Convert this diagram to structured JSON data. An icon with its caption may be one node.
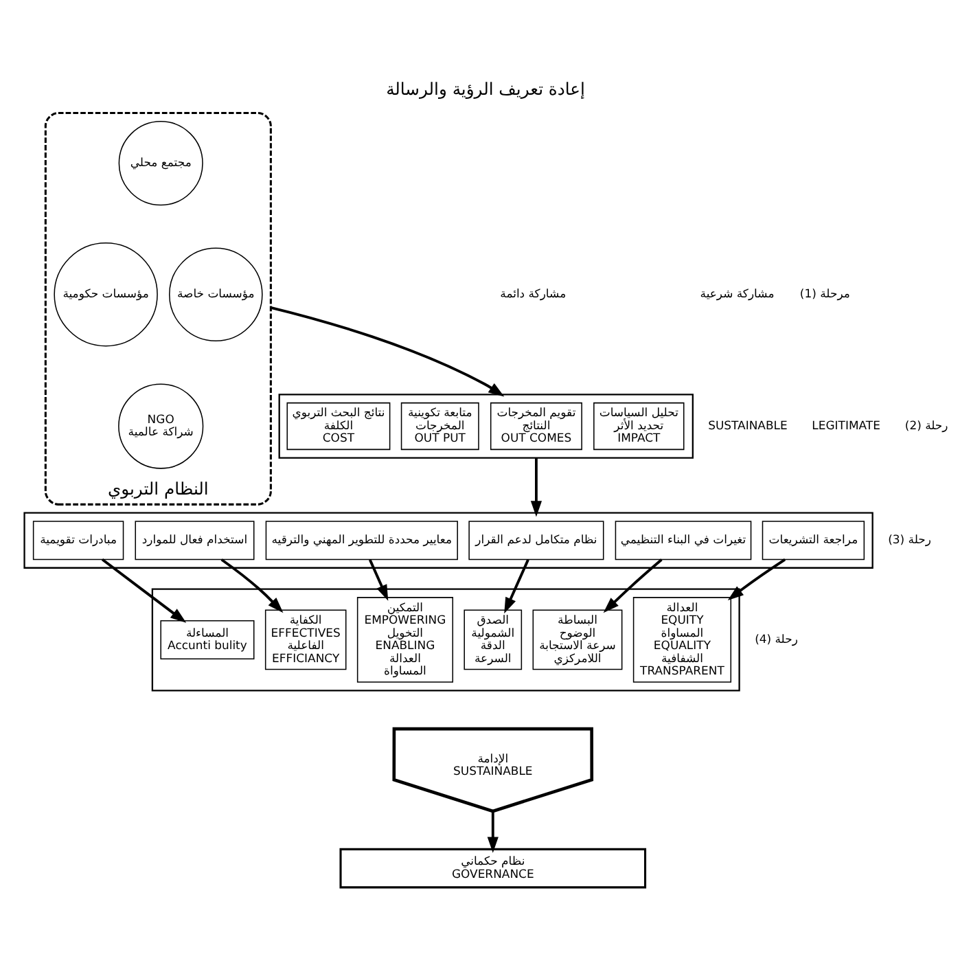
{
  "diagram": {
    "title": "إعادة تعريف الرؤية والرسالة",
    "nodes": [
      {
        "text": [
          "النظام التربوي"
        ]
      },
      {
        "text": [
          "مجتمع محلي"
        ],
        "in": 0
      },
      {
        "text": [
          "مؤسسات حكومية"
        ],
        "in": 0
      },
      {
        "text": [
          "مؤسسات خاصة"
        ],
        "in": 0
      },
      {
        "text": [
          "NGO",
          "شراكة عالمية"
        ],
        "in": 0
      },
      {
        "text": [],
        "shape": "box"
      },
      {
        "text": [
          "نتائج البحث التربوي",
          "الكلفة",
          "COST"
        ],
        "in": 5
      },
      {
        "text": [
          "متابعة تكوينية",
          "المخرجات",
          "OUT PUT"
        ],
        "in": 5
      },
      {
        "text": [
          "تقويم المخرجات",
          "النتائج",
          "OUT COMES"
        ],
        "in": 5
      },
      {
        "text": [
          "تحليل السياسات",
          "تحديد الأثر",
          "IMPACT"
        ],
        "in": 5
      },
      {
        "text": [],
        "shape": "box"
      },
      {
        "text": [
          "مبادرات تقويمية"
        ],
        "in": 10
      },
      {
        "text": [
          "استخدام فعال للموارد"
        ],
        "in": 10
      },
      {
        "text": [
          "معايير محددة للتطوير المهني والترقيه"
        ],
        "in": 10
      },
      {
        "text": [
          "نظام متكامل لدعم القرار"
        ],
        "in": 10
      },
      {
        "text": [
          "تغيرات في البناء التنظيمي"
        ],
        "in": 10
      },
      {
        "text": [
          "مراجعة التشريعات"
        ],
        "in": 10
      },
      {
        "text": [],
        "shape": "box"
      },
      {
        "text": [
          "المساءلة",
          "Accunti bulity"
        ],
        "in": 17
      },
      {
        "text": [
          "الكفاية",
          "EFFECTIVES",
          "الفاعلية",
          "EFFICIANCY"
        ],
        "in": 17
      },
      {
        "text": [
          "التمكين",
          "EMPOWERING",
          "التخويل",
          "ENABLING",
          "العدالة",
          "المساواة"
        ],
        "in": 17
      },
      {
        "text": [
          "الصدق",
          "الشمولية",
          "الدقة",
          "السرعة"
        ],
        "in": 17
      },
      {
        "text": [
          "البساطة",
          "الوضوح",
          "سرعة الاستجابة",
          "اللامركزي"
        ],
        "in": 17
      },
      {
        "text": [
          "العدالة",
          "EQUITY",
          "المساواة",
          "EQUALITY",
          "الشفافية",
          "TRANSPARENT"
        ],
        "in": 17
      },
      {
        "text": [
          "الإدامة",
          "SUSTAINABLE"
        ]
      },
      {
        "text": [
          "نظام حكماني",
          "GOVERNANCE"
        ]
      }
    ],
    "edges": [
      {
        "from": 0,
        "to": 5,
        "arrow": "to"
      },
      {
        "from": 5,
        "to": 10,
        "arrow": "to"
      },
      {
        "from": 11,
        "to": 18,
        "arrow": "to"
      },
      {
        "from": 12,
        "to": 19,
        "arrow": "to"
      },
      {
        "from": 13,
        "to": 20,
        "arrow": "to"
      },
      {
        "from": 14,
        "to": 21,
        "arrow": "to"
      },
      {
        "from": 15,
        "to": 22,
        "arrow": "to"
      },
      {
        "from": 16,
        "to": 23,
        "arrow": "to"
      },
      {
        "from": 24,
        "to": 25,
        "arrow": "to"
      }
    ],
    "labels": [
      "مشاركة دائمة",
      "SUSTAINABLE",
      "مشاركة شرعية",
      "LEGITIMATE",
      "مرحلة (1)",
      "رحلة (2)",
      "رحلة (3)",
      "رحلة (4)"
    ]
  }
}
